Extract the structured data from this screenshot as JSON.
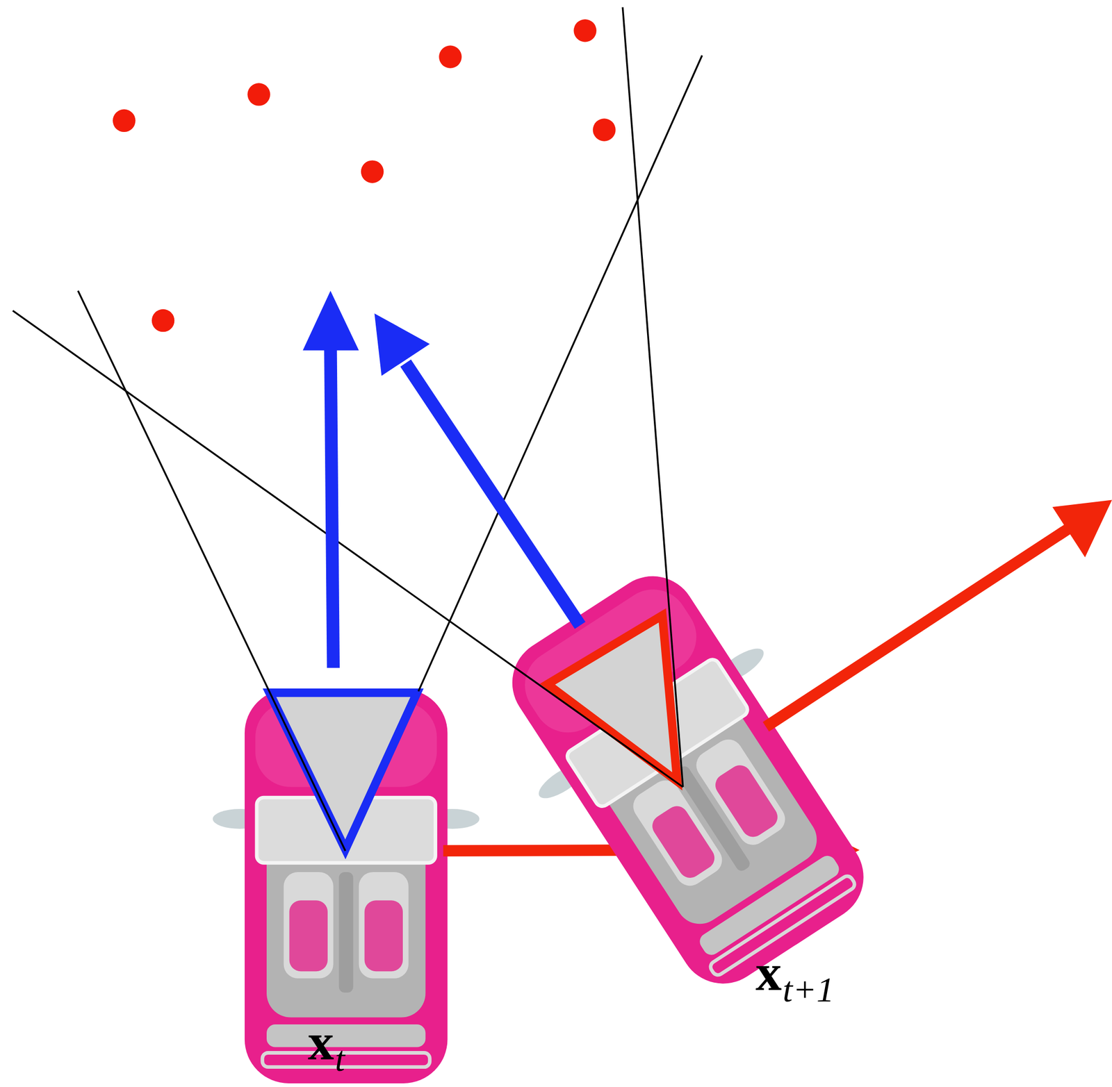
{
  "diagram": {
    "labels": [
      "x",
      "t",
      "x",
      "t+1"
    ]
  }
}
